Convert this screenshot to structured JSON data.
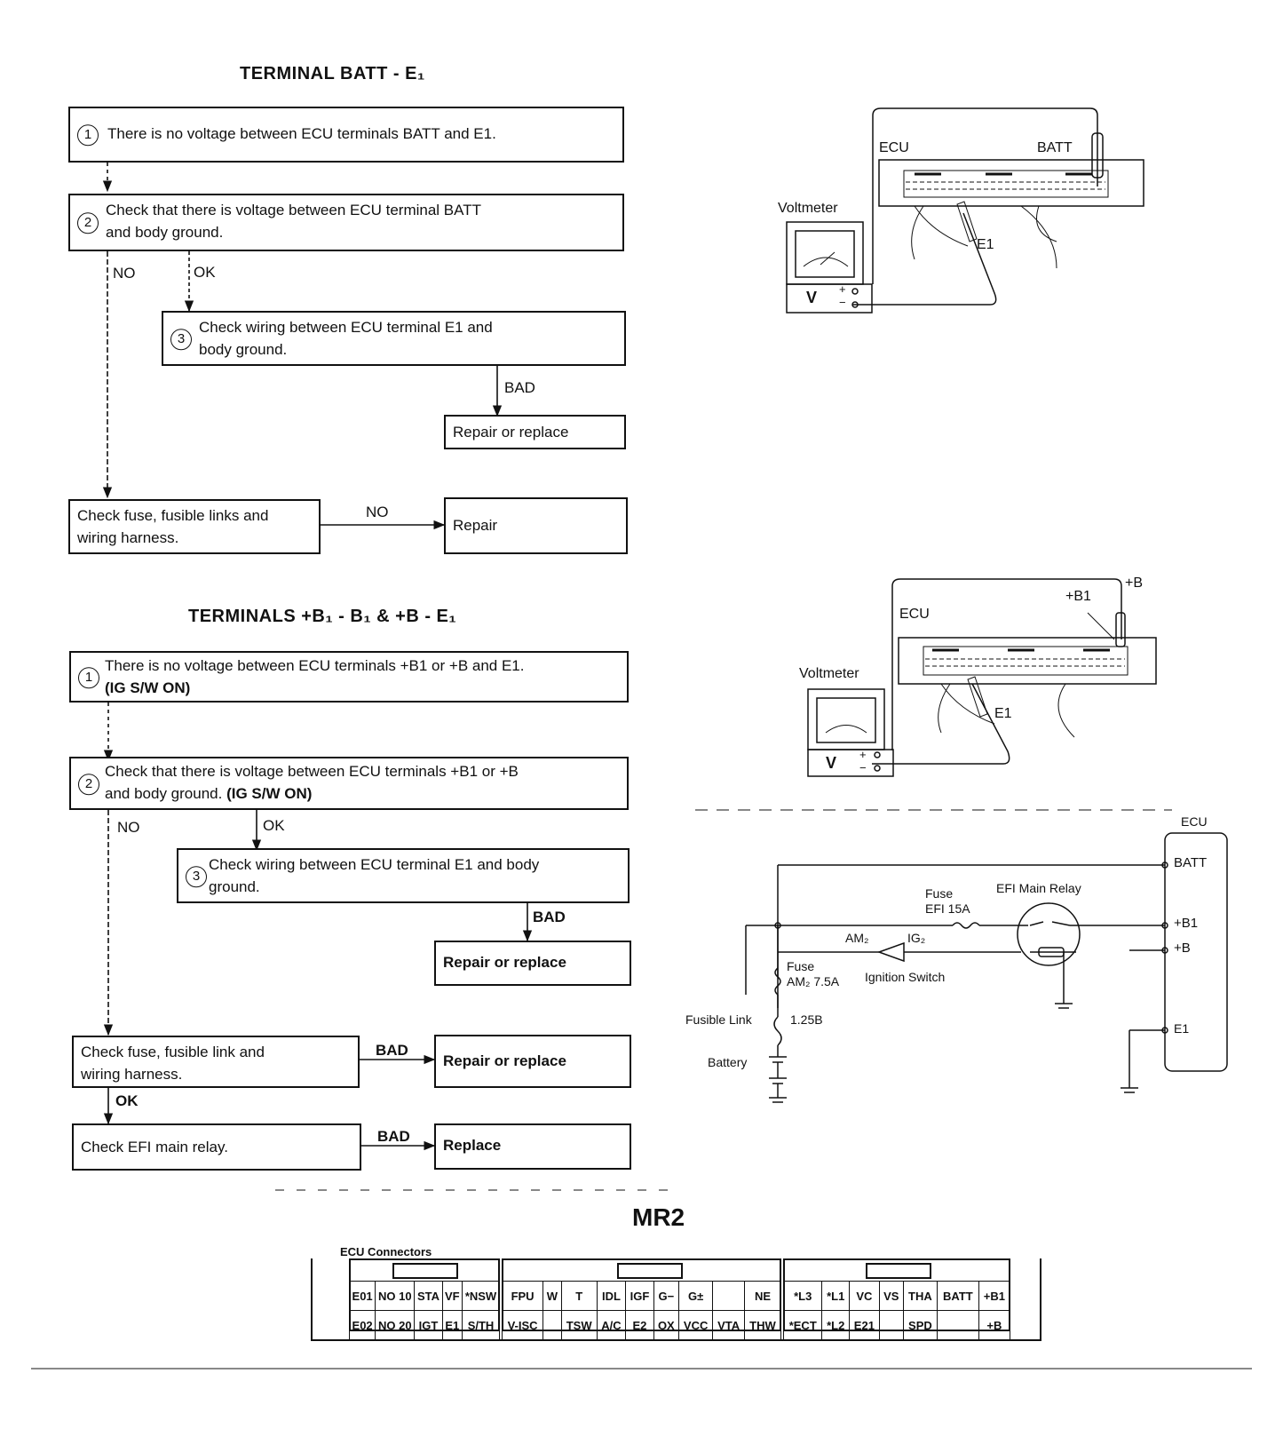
{
  "section1": {
    "title": "TERMINAL BATT - E₁",
    "step1": {
      "num": "1",
      "text": "There is no voltage between ECU terminals BATT and E1."
    },
    "step2": {
      "num": "2",
      "text_line1": "Check that there is voltage between ECU terminal BATT",
      "text_line2": "and body ground."
    },
    "no_label": "NO",
    "ok_label": "OK",
    "step3": {
      "num": "3",
      "text_line1": "Check wiring between ECU terminal E1 and",
      "text_line2": "body ground."
    },
    "bad_label": "BAD",
    "repair_replace": "Repair or replace",
    "check_fuse_line1": "Check fuse, fusible links and",
    "check_fuse_line2": "wiring harness.",
    "no_label2": "NO",
    "repair": "Repair"
  },
  "section2": {
    "title": "TERMINALS +B₁ - B₁ & +B - E₁",
    "step1": {
      "num": "1",
      "text_line1": "There is no voltage between ECU terminals +B1 or +B and E1.",
      "text_line2": "(IG S/W ON)"
    },
    "step2": {
      "num": "2",
      "text_line1": "Check that there is voltage between ECU terminals +B1 or +B",
      "text_line2": "and body ground.",
      "text_bold": "(IG S/W ON)"
    },
    "no_label": "NO",
    "ok_label": "OK",
    "step3": {
      "num": "3",
      "text_line1": "Check wiring between ECU terminal E1 and body",
      "text_line2": "ground."
    },
    "bad_label": "BAD",
    "repair_replace": "Repair or replace",
    "check_fuse_line1": "Check fuse, fusible link and",
    "check_fuse_line2": "wiring harness.",
    "bad_label2": "BAD",
    "repair_replace2": "Repair or replace",
    "ok_label2": "OK",
    "check_relay": "Check EFI main relay.",
    "bad_label3": "BAD",
    "replace": "Replace"
  },
  "diagram1": {
    "ecu": "ECU",
    "batt": "BATT",
    "voltmeter": "Voltmeter",
    "e1": "E1",
    "v": "V",
    "plus": "+",
    "minus": "−"
  },
  "diagram2": {
    "ecu": "ECU",
    "b1": "+B1",
    "b": "+B",
    "voltmeter": "Voltmeter",
    "e1": "E1",
    "v": "V",
    "plus": "+",
    "minus": "−"
  },
  "circuit": {
    "ecu": "ECU",
    "batt": "BATT",
    "b1": "+B1",
    "b": "+B",
    "e1": "E1",
    "fuse_efi_line1": "Fuse",
    "fuse_efi_line2": "EFI 15A",
    "efi_main_relay": "EFI Main Relay",
    "am2": "AM₂",
    "ig2": "IG₂",
    "fuse_am_line1": "Fuse",
    "fuse_am_line2": "AM₂ 7.5A",
    "ignition_switch": "Ignition Switch",
    "fusible_link": "Fusible Link",
    "fusible_value": "1.25B",
    "battery": "Battery"
  },
  "connectors": {
    "model": "MR2",
    "label": "ECU Connectors",
    "row1_a": [
      "E01",
      "NO 10",
      "STA",
      "VF",
      "*NSW"
    ],
    "row2_a": [
      "E02",
      "NO 20",
      "IGT",
      "E1",
      "S/TH"
    ],
    "row1_b": [
      "FPU",
      "W",
      "T",
      "IDL",
      "IGF",
      "G−",
      "G±",
      "",
      "NE"
    ],
    "row2_b": [
      "V-ISC",
      "",
      "TSW",
      "A/C",
      "E2",
      "OX",
      "VCC",
      "VTA",
      "THW"
    ],
    "row1_c": [
      "*L3",
      "*L1",
      "VC",
      "VS",
      "THA",
      "BATT",
      "+B1"
    ],
    "row2_c": [
      "*ECT",
      "*L2",
      "E21",
      "",
      "SPD",
      "",
      "+B"
    ]
  }
}
